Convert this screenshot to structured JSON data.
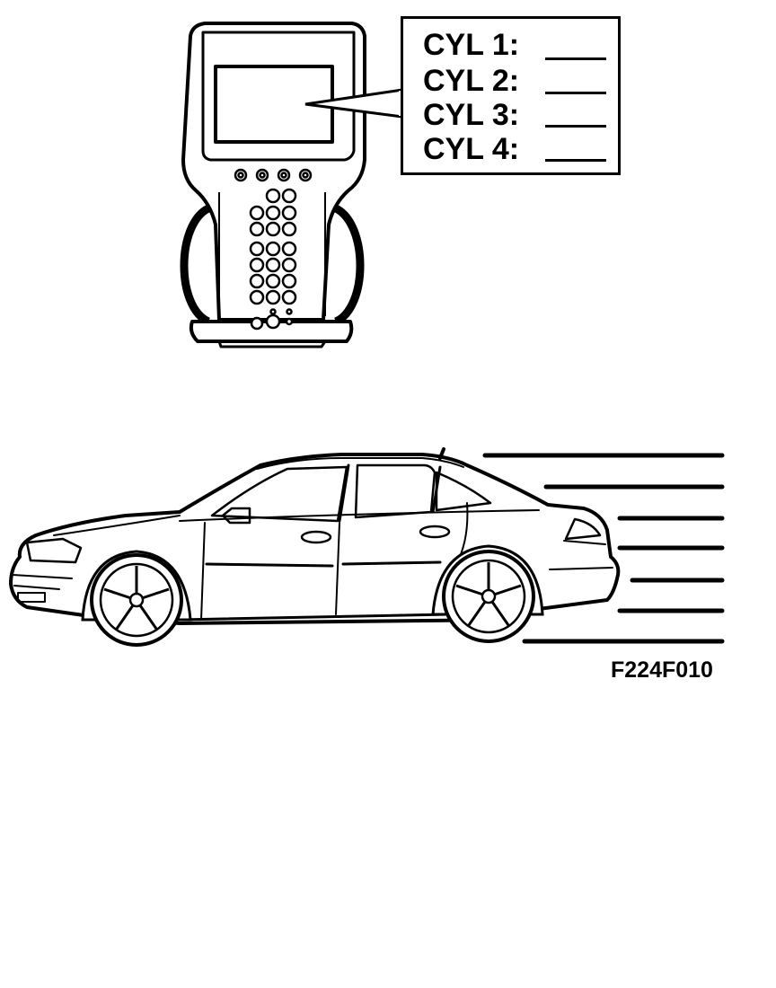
{
  "callout": {
    "rows": [
      {
        "label": "CYL 1:"
      },
      {
        "label": "CYL 2:"
      },
      {
        "label": "CYL 3:"
      },
      {
        "label": "CYL 4:"
      }
    ]
  },
  "figure_code": "F224F010",
  "icons": {
    "scan_tool": "scan-tool-icon",
    "car": "car-icon"
  }
}
